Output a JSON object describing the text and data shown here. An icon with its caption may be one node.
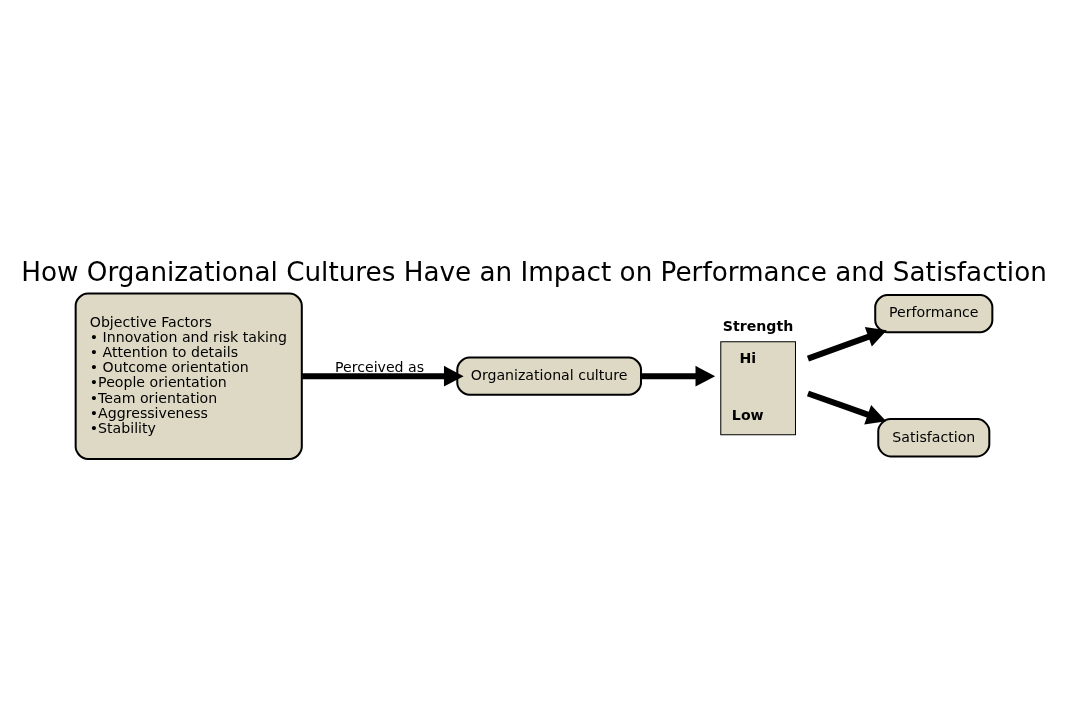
{
  "diagram": {
    "title": "How Organizational Cultures Have an Impact on Performance and Satisfaction",
    "nodes": [
      {
        "text": [
          "Objective Factors",
          "• Innovation and risk taking",
          "• Attention to details",
          "• Outcome orientation",
          "•People orientation",
          "•Team orientation",
          "•Aggressiveness",
          "•Stability"
        ]
      },
      {
        "text": [
          "Organizational culture"
        ]
      },
      {
        "text": [
          "Strength",
          "Hi",
          "Low"
        ]
      },
      {
        "text": [
          "Performance"
        ]
      },
      {
        "text": [
          "Satisfaction"
        ]
      }
    ],
    "edges": [
      {
        "from": 0,
        "to": 1,
        "arrow": "to",
        "label": "Perceived as"
      },
      {
        "from": 1,
        "to": 2,
        "arrow": "to"
      },
      {
        "from": 2,
        "to": 3,
        "arrow": "to"
      },
      {
        "from": 2,
        "to": 4,
        "arrow": "to"
      }
    ]
  }
}
